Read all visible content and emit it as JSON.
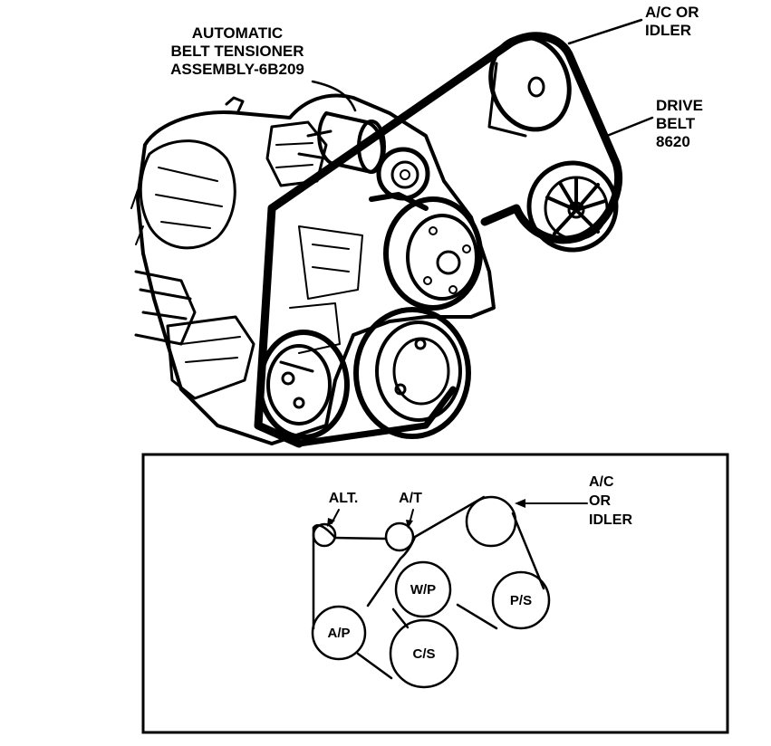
{
  "top_illustration": {
    "callouts": {
      "tensioner": [
        "AUTOMATIC",
        "BELT TENSIONER",
        "ASSEMBLY-6B209"
      ],
      "ac_idler": [
        "A/C OR",
        "IDLER"
      ],
      "drive_belt": [
        "DRIVE",
        "BELT",
        "8620"
      ]
    }
  },
  "routing_diagram": {
    "pulleys": {
      "alt": "ALT.",
      "at": "A/T",
      "ac_idler": [
        "A/C",
        "OR",
        "IDLER"
      ],
      "wp": "W/P",
      "ps": "P/S",
      "ap": "A/P",
      "cs": "C/S"
    }
  },
  "colors": {
    "ink": "#000000",
    "paper": "#ffffff"
  }
}
